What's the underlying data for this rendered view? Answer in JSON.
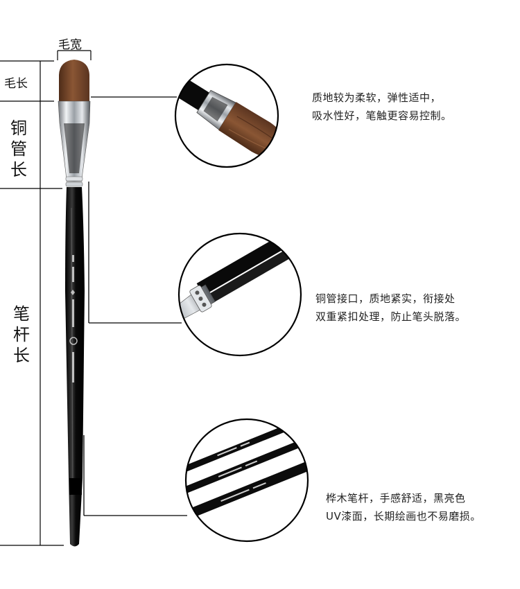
{
  "dimensions": {
    "brush_width": "毛宽",
    "bristle_length": "毛长",
    "ferrule_length": [
      "铜",
      "管",
      "长"
    ],
    "handle_length": [
      "笔",
      "杆",
      "长"
    ]
  },
  "features": [
    {
      "name": "bristles",
      "lines": [
        "质地较为柔软，弹性适中，",
        "吸水性好，笔触更容易控制。"
      ]
    },
    {
      "name": "ferrule",
      "lines": [
        "铜管接口，质地紧实，衔接处",
        "双重紧扣处理，防止笔头脱落。"
      ]
    },
    {
      "name": "handle",
      "lines": [
        "桦木笔杆，手感舒适，黑亮色",
        "UV漆面，长期绘画也不易磨损。"
      ]
    }
  ],
  "colors": {
    "bristle": "#7a4a2c",
    "ferrule": "#c8ccd0",
    "handle": "#0c0c0c",
    "line": "#000000"
  }
}
